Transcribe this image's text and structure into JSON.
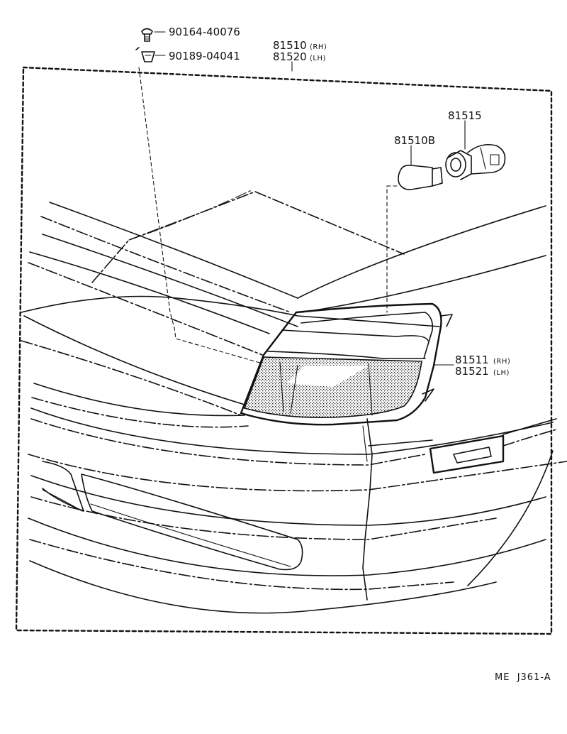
{
  "parts": {
    "clip_bolt": "90164-40076",
    "clip_nut": "90189-04041",
    "lamp_assy_rh": "81510",
    "lamp_assy_lh": "81520",
    "bulb": "81510B",
    "socket": "81515",
    "lens_rh": "81511",
    "lens_lh": "81521"
  },
  "side": {
    "rh": "(RH)",
    "lh": "(LH)"
  },
  "figure_code": "ME  J361-A"
}
